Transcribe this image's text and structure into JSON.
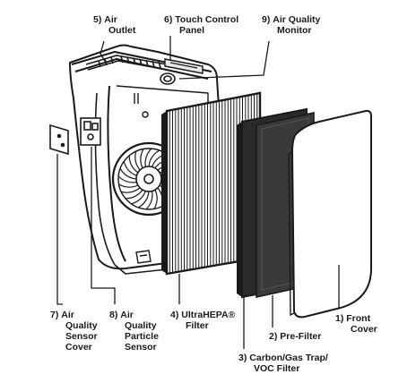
{
  "labels": {
    "air_outlet": {
      "num": "5)",
      "lines": [
        "Air",
        "Outlet"
      ]
    },
    "touch_control_panel": {
      "num": "6)",
      "lines": [
        "Touch Control",
        "Panel"
      ]
    },
    "air_quality_monitor": {
      "num": "9)",
      "lines": [
        "Air Quality",
        "Monitor"
      ]
    },
    "air_quality_sensor_cover": {
      "num": "7)",
      "lines": [
        "Air",
        "Quality",
        "Sensor",
        "Cover"
      ]
    },
    "air_quality_particle_sensor": {
      "num": "8)",
      "lines": [
        "Air",
        "Quality",
        "Particle",
        "Sensor"
      ]
    },
    "ultrahepa_filter": {
      "num": "4)",
      "lines": [
        "UltraHEPA®",
        "Filter"
      ]
    },
    "pre_filter": {
      "num": "2)",
      "lines": [
        "Pre-Filter"
      ]
    },
    "carbon_gas_trap_voc_filter": {
      "num": "3)",
      "lines": [
        "Carbon/Gas Trap/",
        "VOC Filter"
      ]
    },
    "front_cover": {
      "num": "1)",
      "lines": [
        "Front",
        "Cover"
      ]
    }
  },
  "colors": {
    "ink": "#1a1a1a",
    "filter_dark": "#2a2a2a",
    "background": "#ffffff"
  }
}
